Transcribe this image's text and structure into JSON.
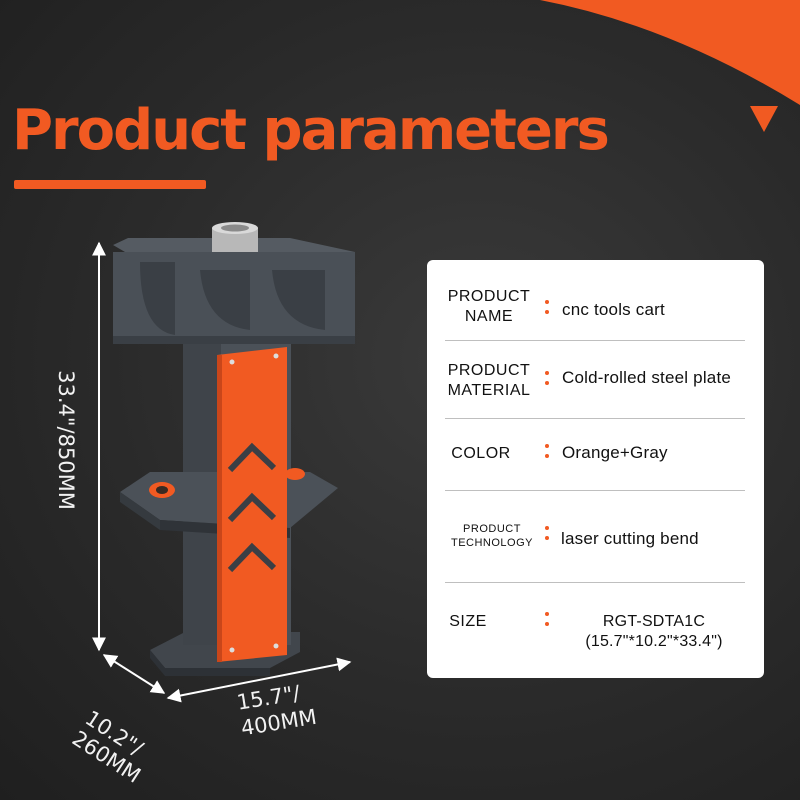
{
  "title": "Product parameters",
  "colors": {
    "accent": "#f15a22",
    "background": "#2a2a2a",
    "card": "#ffffff",
    "steel_gray": "#4b5158"
  },
  "icons": [
    "down-triangle-icon",
    "chevron-up-icon"
  ],
  "dimensions": {
    "height_label": "33.4\"/850MM",
    "depth_line1": "10.2\"/",
    "depth_line2": "260MM",
    "width_line1": "15.7\"/",
    "width_line2": "400MM"
  },
  "specs": [
    {
      "label_line1": "PRODUCT",
      "label_line2": "NAME",
      "value": "cnc tools cart"
    },
    {
      "label_line1": "PRODUCT",
      "label_line2": "MATERIAL",
      "value": "Cold-rolled steel plate"
    },
    {
      "label_line1": "COLOR",
      "value": "Orange+Gray"
    },
    {
      "label_line1": "PRODUCT",
      "label_line2": "TECHNOLOGY",
      "value": "laser cutting bend"
    },
    {
      "label_line1": "SIZE",
      "value_line1": "RGT-SDTA1C",
      "value_line2": "(15.7\"*10.2\"*33.4\")"
    }
  ]
}
